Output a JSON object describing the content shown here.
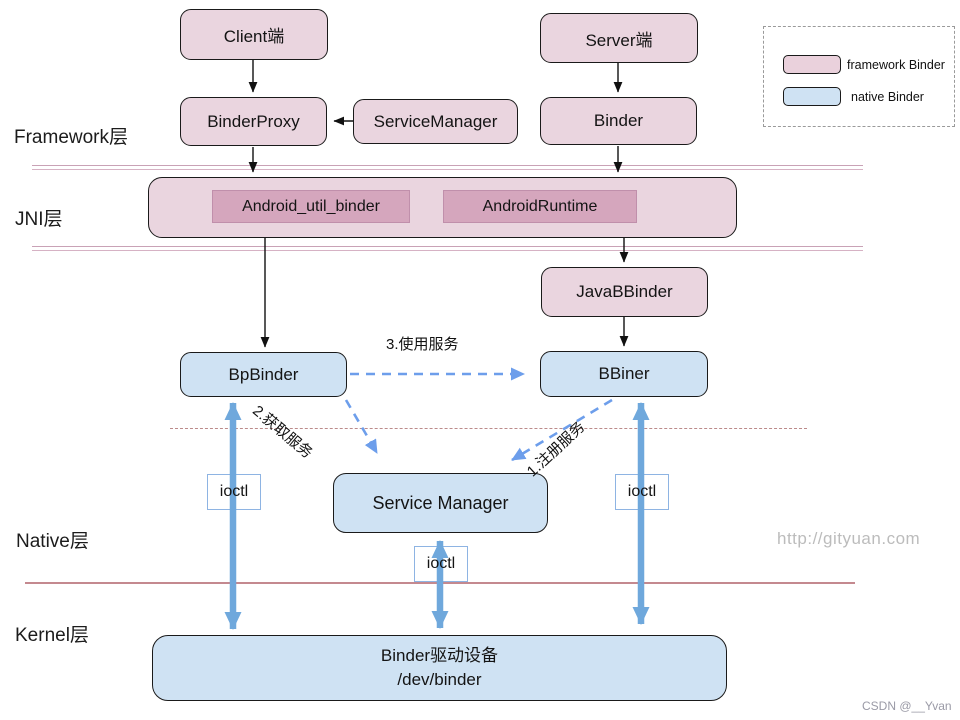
{
  "layers": {
    "framework": "Framework层",
    "jni": "JNI层",
    "native": "Native层",
    "kernel": "Kernel层"
  },
  "nodes": {
    "client": "Client端",
    "server": "Server端",
    "binder_proxy": "BinderProxy",
    "service_manager_framework": "ServiceManager",
    "binder": "Binder",
    "android_util_binder": "Android_util_binder",
    "android_runtime": "AndroidRuntime",
    "java_bbinder": "JavaBBinder",
    "bp_binder": "BpBinder",
    "bbiner": "BBiner",
    "service_manager_native": "Service Manager",
    "binder_driver_line1": "Binder驱动设备",
    "binder_driver_line2": "/dev/binder",
    "ioctl_left": "ioctl",
    "ioctl_middle": "ioctl",
    "ioctl_right": "ioctl"
  },
  "edges": {
    "register_service": "1.注册服务",
    "get_service": "2.获取服务",
    "use_service": "3.使用服务"
  },
  "legend": {
    "framework_label": "framework Binder",
    "native_label": "native Binder"
  },
  "watermark": "http://gityuan.com",
  "credit": "CSDN @__Yvan",
  "colors": {
    "framework_fill": "#ead1dc",
    "framework_inner_fill": "#d5a6bd",
    "native_fill": "#cfe2f3",
    "arrow_blue": "#6fa8dc",
    "dashed_arrow_blue": "#6d9eeb",
    "divider_pink": "#c9a2b6",
    "divider_red_dashed": "#bb8a8a",
    "rose_line": "#c4898f"
  }
}
